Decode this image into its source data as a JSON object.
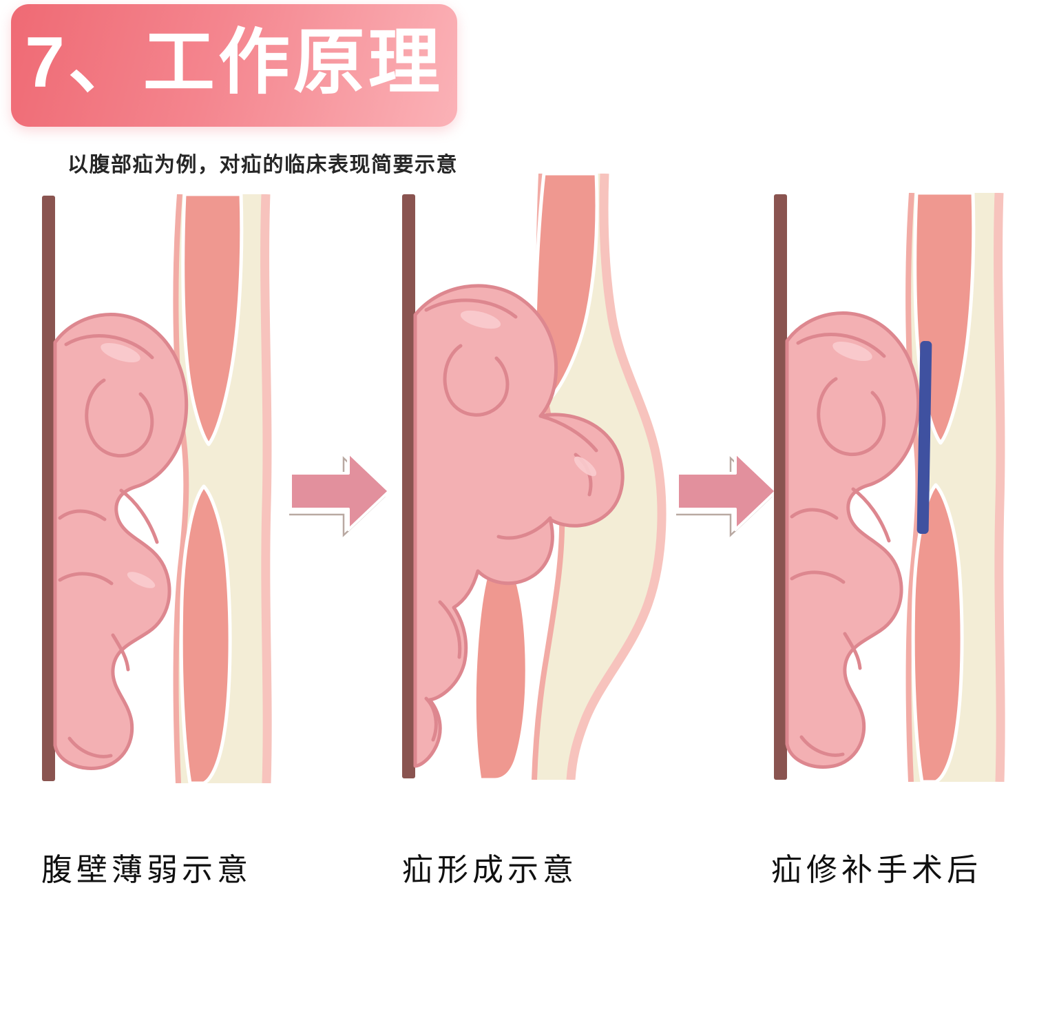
{
  "header": {
    "title": "7、工作原理",
    "subtitle": "以腹部疝为例，对疝的临床表现简要示意"
  },
  "panels": [
    {
      "id": "weak-abdominal-wall",
      "caption": "腹壁薄弱示意"
    },
    {
      "id": "hernia-formation",
      "caption": "疝形成示意"
    },
    {
      "id": "after-hernia-repair",
      "caption": "疝修补手术后"
    }
  ],
  "icons": {
    "arrow_between_panels": "arrow-right-icon"
  },
  "colors": {
    "banner_gradient_start": "#ef6a74",
    "banner_gradient_end": "#fbb2b7",
    "title_text": "#ffffff",
    "subtitle_text": "#262626",
    "caption_text": "#101010",
    "intestine_fill": "#f3b0b3",
    "intestine_outline": "#dd878f",
    "intestine_highlight": "#f9ccce",
    "muscle_fill": "#ef9890",
    "fat_layer_fill": "#f3edd6",
    "skin_line": "#f7c3bd",
    "inner_membrane": "#f2aba5",
    "abdominal_bar": "#8a5450",
    "mesh_patch": "#3f51a0",
    "arrow_fill": "#e2909d"
  }
}
